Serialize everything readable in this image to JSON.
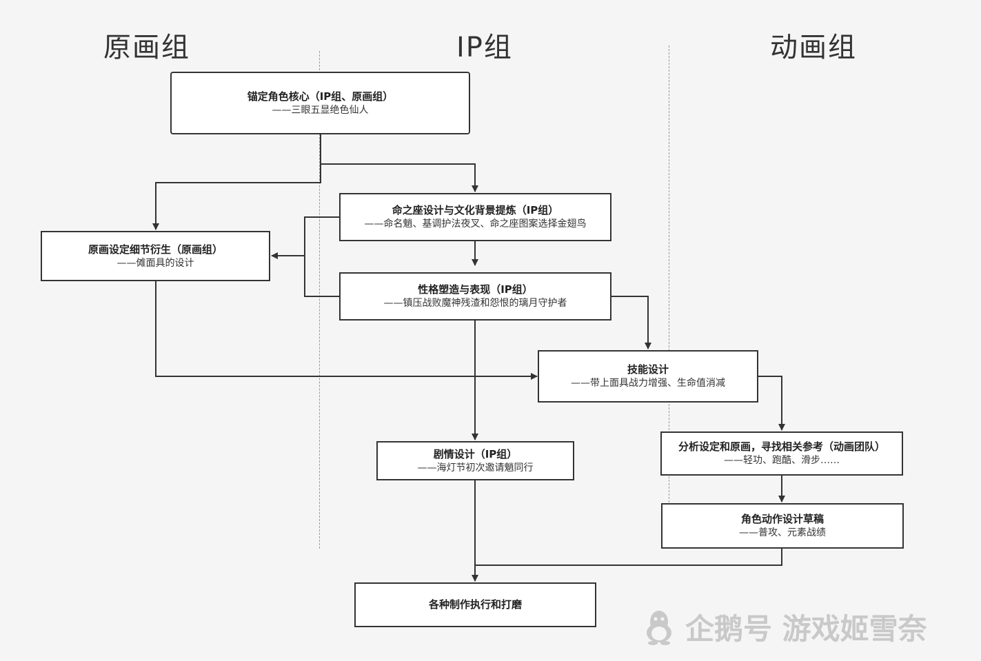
{
  "columns": {
    "left": "原画组",
    "middle": "IP组",
    "right": "动画组"
  },
  "nodes": {
    "core": {
      "title": "锚定角色核心（IP组、原画组）",
      "sub": "——三眼五显绝色仙人"
    },
    "constellation": {
      "title": "命之座设计与文化背景提炼（IP组）",
      "sub": "——命名魈、基调护法夜叉、命之座图案选择金翅鸟"
    },
    "artdetail": {
      "title": "原画设定细节衍生（原画组）",
      "sub": "——傩面具的设计"
    },
    "personality": {
      "title": "性格塑造与表现（IP组）",
      "sub": "——镇压战败魔神残渣和怨恨的璃月守护者"
    },
    "skill": {
      "title": "技能设计",
      "sub": "——带上面具战力增强、生命值消减"
    },
    "analysis": {
      "title": "分析设定和原画，寻找相关参考（动画团队）",
      "sub": "——轻功、跑酷、滑步……"
    },
    "story": {
      "title": "剧情设计（IP组）",
      "sub": "——海灯节初次邀请魈同行"
    },
    "draft": {
      "title": "角色动作设计草稿",
      "sub": "——普攻、元素战绩"
    },
    "final": {
      "title": "各种制作执行和打磨",
      "sub": ""
    }
  },
  "watermark": {
    "text": "企鹅号 游戏姬雪奈",
    "icon": "penguin-icon"
  },
  "colors": {
    "background": "#f5f5f5",
    "line": "#333333",
    "box_fill": "#ffffff",
    "watermark": "#c9c9c9"
  }
}
